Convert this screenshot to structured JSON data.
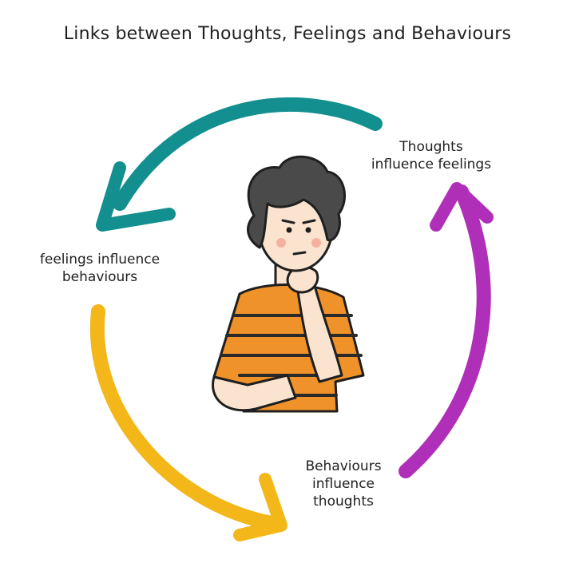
{
  "title": "Links between Thoughts, Feelings and Behaviours",
  "labels": {
    "thoughts": [
      "Thoughts",
      "influence feelings"
    ],
    "feelings": [
      "feelings influence",
      "behaviours"
    ],
    "behaviours": [
      "Behaviours",
      "influence",
      "thoughts"
    ]
  },
  "colors": {
    "teal_arrow": "#148f8f",
    "yellow_arrow": "#f3b71a",
    "purple_arrow": "#b02fb8",
    "shirt": "#f0922a",
    "stripes": "#2a2a2a",
    "hair": "#4a4a4a",
    "skin": "#fbe4cf",
    "blush": "#f6b0a0"
  },
  "icons": {
    "figure": "thinking-person-icon"
  }
}
